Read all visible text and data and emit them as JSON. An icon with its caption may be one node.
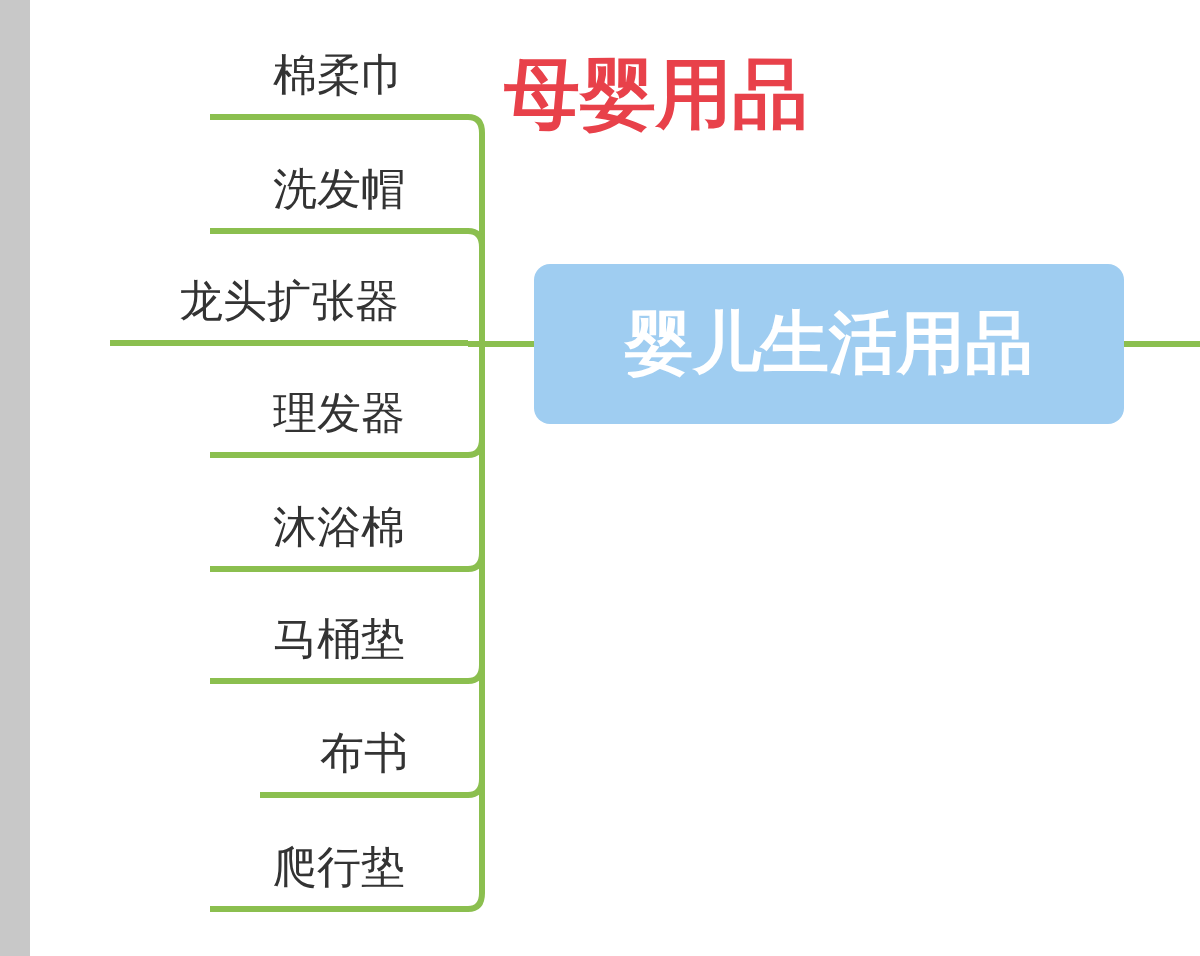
{
  "diagram": {
    "title": "母婴用品",
    "nodes": [
      {
        "text": [
          "婴儿生活用品"
        ]
      },
      {
        "text": [
          "棉柔巾"
        ]
      },
      {
        "text": [
          "洗发帽"
        ]
      },
      {
        "text": [
          "龙头扩张器"
        ]
      },
      {
        "text": [
          "理发器"
        ]
      },
      {
        "text": [
          "沐浴棉"
        ]
      },
      {
        "text": [
          "马桶垫"
        ]
      },
      {
        "text": [
          "布书"
        ]
      },
      {
        "text": [
          "爬行垫"
        ]
      }
    ],
    "edges": [
      {
        "from": 0,
        "to": 1,
        "arrow": "none"
      },
      {
        "from": 0,
        "to": 2,
        "arrow": "none"
      },
      {
        "from": 0,
        "to": 3,
        "arrow": "none"
      },
      {
        "from": 0,
        "to": 4,
        "arrow": "none"
      },
      {
        "from": 0,
        "to": 5,
        "arrow": "none"
      },
      {
        "from": 0,
        "to": 6,
        "arrow": "none"
      },
      {
        "from": 0,
        "to": 7,
        "arrow": "none"
      },
      {
        "from": 0,
        "to": 8,
        "arrow": "none"
      },
      {
        "from": 0,
        "to": null,
        "arrow": "none"
      }
    ]
  }
}
